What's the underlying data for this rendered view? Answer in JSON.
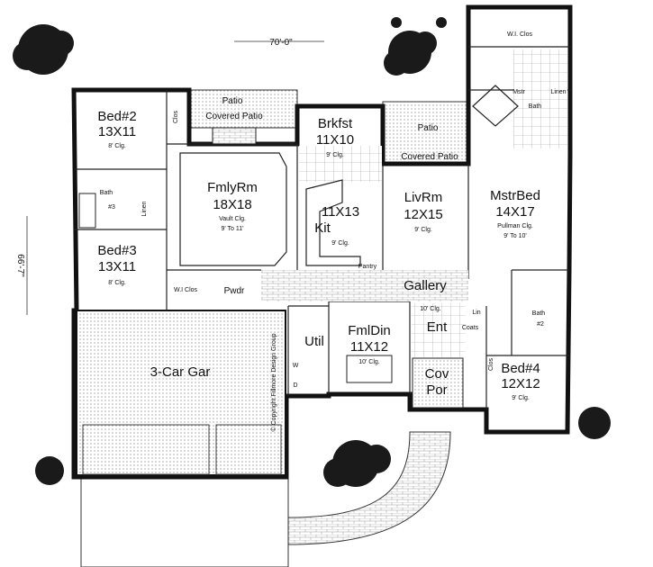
{
  "dimensions": {
    "width_label": "70'-0\"",
    "depth_label": "66'-7\""
  },
  "copyright": "© Copyright Fillmore Design Group",
  "rooms": {
    "bed2": {
      "name": "Bed#2",
      "size": "13X11",
      "clg": "8' Clg."
    },
    "bed3": {
      "name": "Bed#3",
      "size": "13X11",
      "clg": "8' Clg."
    },
    "famly": {
      "name": "FmlyRm",
      "size": "18X18",
      "clg1": "Vault Clg.",
      "clg2": "9' To 11'"
    },
    "brkfst": {
      "name": "Brkfst",
      "size": "11X10",
      "clg": "9' Clg."
    },
    "kit": {
      "name": "Kit",
      "size": "11X13",
      "clg": "9' Clg."
    },
    "livrm": {
      "name": "LivRm",
      "size": "12X15",
      "clg": "9' Clg."
    },
    "mstrbed": {
      "name": "MstrBed",
      "size": "14X17",
      "clg1": "Pullman Clg.",
      "clg2": "9' To 10'"
    },
    "fmldin": {
      "name": "FmlDin",
      "size": "11X12",
      "clg": "10' Clg."
    },
    "bed4": {
      "name": "Bed#4",
      "size": "12X12",
      "clg": "9' Clg."
    },
    "garage": {
      "name": "3-Car Gar"
    },
    "gallery": {
      "name": "Gallery",
      "clg": "10' Clg."
    },
    "ent": {
      "name": "Ent"
    },
    "util": {
      "name": "Util"
    },
    "covpor": {
      "line1": "Cov",
      "line2": "Por"
    }
  },
  "minor_labels": {
    "patio_left": "Patio",
    "covered_patio_left": "Covered Patio",
    "patio_right": "Patio",
    "covered_patio_right": "Covered Patio",
    "wi_clos_top": "W.I. Clos",
    "mstr": "Mstr",
    "bath_mstr": "Bath",
    "linen_mstr": "Linen",
    "clos_bed2": "Clos",
    "bath3_a": "Bath",
    "bath3_b": "#3",
    "linen_bed3": "Linen",
    "wi_clos_fam": "W.I Clos",
    "pwdr": "Pwdr",
    "pantry": "Pantry",
    "lin": "Lin",
    "coats": "Coats",
    "bath2_a": "Bath",
    "bath2_b": "#2",
    "clos_bed4": "Clos",
    "w": "W",
    "d": "D"
  }
}
